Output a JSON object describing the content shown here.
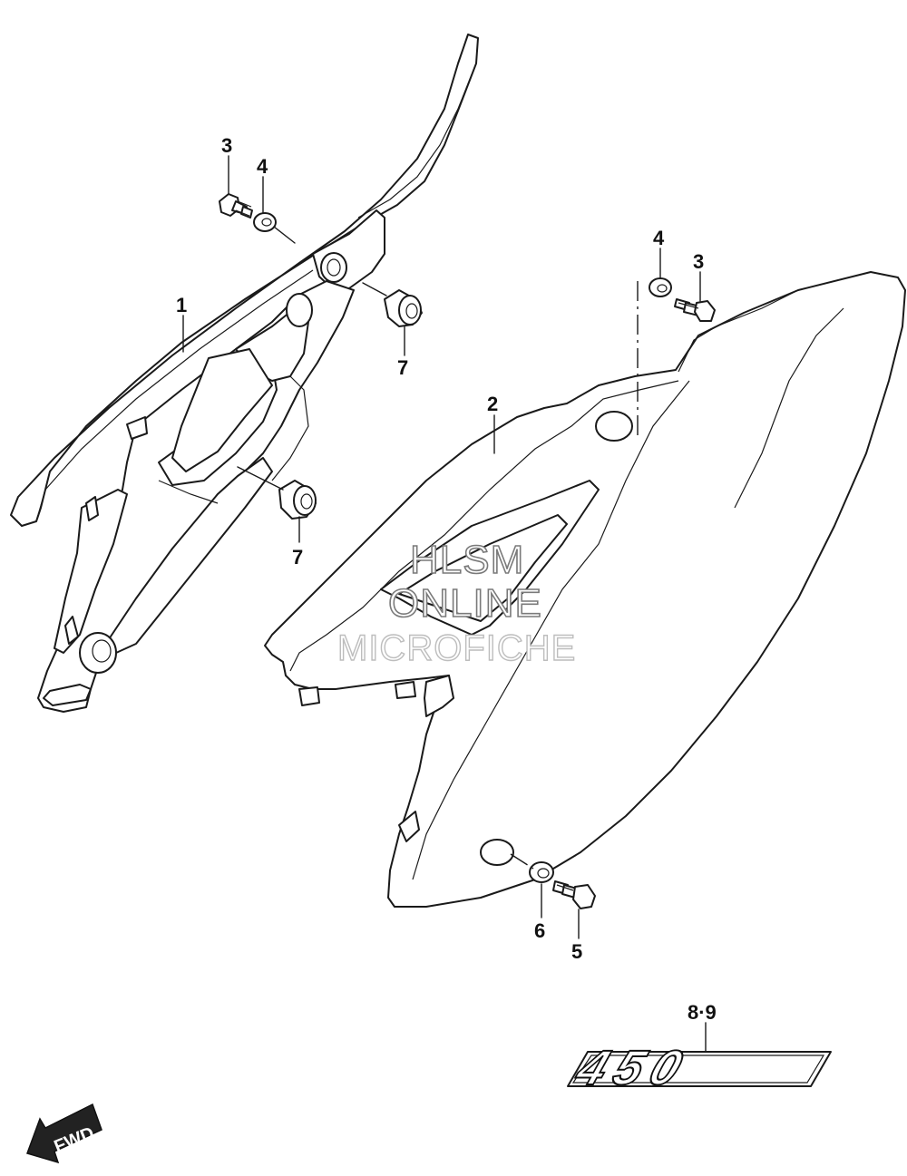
{
  "labels": {
    "part_1": "1",
    "part_2": "2",
    "part_3_left": "3",
    "part_4_left": "4",
    "part_3_right": "3",
    "part_4_right": "4",
    "part_5": "5",
    "part_6": "6",
    "part_7_upper": "7",
    "part_7_lower": "7",
    "part_8_9": "8·9"
  },
  "decal_text": "450",
  "fwd_label": "FWD",
  "watermark": {
    "line1": "HLSM",
    "line2": "ONLINE",
    "line3": "MICROFICHE"
  }
}
